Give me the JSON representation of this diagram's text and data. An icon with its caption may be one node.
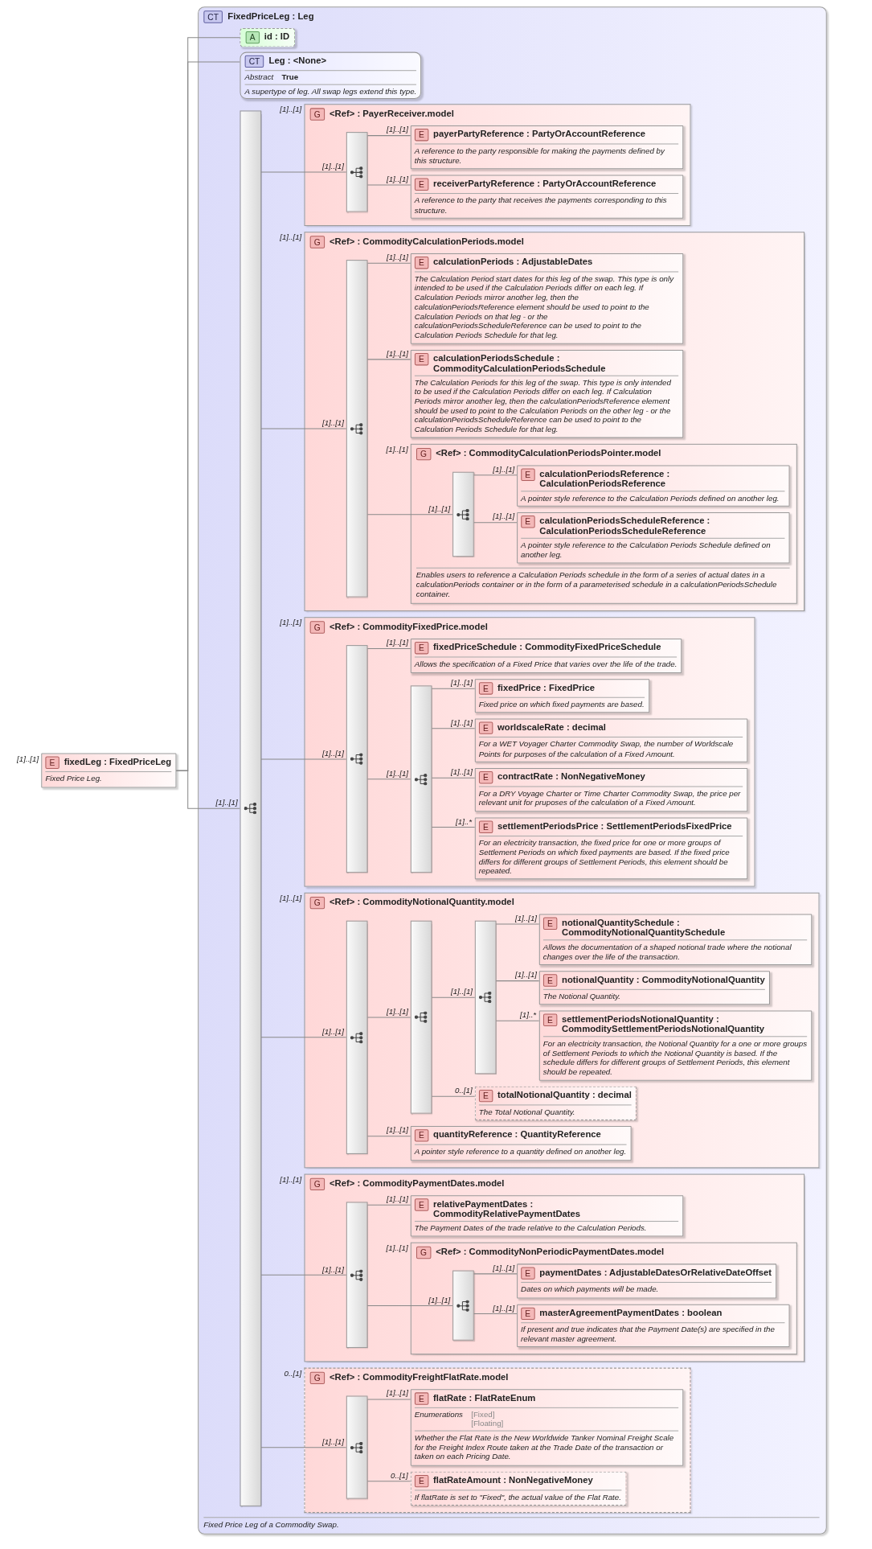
{
  "diagram": {
    "nodes": [
      {
        "text": [
          "E",
          "fixedLeg : FixedPriceLeg",
          "Fixed Price Leg."
        ],
        "beside": [
          "[1]..[1]"
        ]
      },
      {
        "text": [
          "CT",
          "FixedPriceLeg : Leg",
          "Fixed Price Leg of a Commodity Swap."
        ]
      },
      {
        "text": [
          "A",
          "id : ID"
        ],
        "in": 1
      },
      {
        "text": [
          "CT",
          "Leg : <None>",
          "Abstract",
          "True",
          "A supertype of leg. All swap legs extend this type."
        ],
        "in": 1
      },
      {
        "text": [],
        "shape": "bar",
        "in": 1
      },
      {
        "text": [
          "G",
          "<Ref> : PayerReceiver.model"
        ],
        "beside": [
          "[1]..[1]"
        ],
        "in": 1
      },
      {
        "text": [],
        "shape": "bar",
        "in": 5
      },
      {
        "text": [
          "E",
          "payerPartyReference : PartyOrAccountReference",
          "A reference to the party responsible for making the payments defined by this structure."
        ],
        "in": 5
      },
      {
        "text": [
          "E",
          "receiverPartyReference : PartyOrAccountReference",
          "A reference to the party that receives the payments corresponding to this structure."
        ],
        "in": 5
      },
      {
        "text": [
          "G",
          "<Ref> : CommodityCalculationPeriods.model"
        ],
        "beside": [
          "[1]..[1]"
        ],
        "in": 1
      },
      {
        "text": [],
        "shape": "bar",
        "in": 9
      },
      {
        "text": [
          "E",
          "calculationPeriods : AdjustableDates",
          "The Calculation Period start dates for this leg of the swap. This type is only intended to be used if the Calculation Periods differ on each leg. If Calculation Periods mirror another leg, then the calculationPeriodsReference element should be used to point to the Calculation Periods on that leg - or the calculationPeriodsScheduleReference can be used to point to the Calculation Periods Schedule for that leg."
        ],
        "in": 9
      },
      {
        "text": [
          "E",
          "calculationPeriodsSchedule : CommodityCalculationPeriodsSchedule",
          "The Calculation Periods for this leg of the swap. This type is only intended to be used if the Calculation Periods differ on each leg. If Calculation Periods mirror another leg, then the calculationPeriodsReference element should be used to point to the Calculation Periods on the other leg - or the calculationPeriodsScheduleReference can be used to point to the Calculation Periods Schedule for that leg."
        ],
        "in": 9
      },
      {
        "text": [
          "G",
          "<Ref> : CommodityCalculationPeriodsPointer.model",
          "Enables users to reference a Calculation Periods schedule in the form of a series of actual dates in a calculationPeriods container or in the form of a parameterised schedule in a calculationPeriodsSchedule container."
        ],
        "beside": [
          "[1]..[1]"
        ],
        "in": 9
      },
      {
        "text": [],
        "shape": "bar",
        "in": 13
      },
      {
        "text": [
          "E",
          "calculationPeriodsReference : CalculationPeriodsReference",
          "A pointer style reference to the Calculation Periods defined on another leg."
        ],
        "in": 13
      },
      {
        "text": [
          "E",
          "calculationPeriodsScheduleReference : CalculationPeriodsScheduleReference",
          "A pointer style reference to the Calculation Periods Schedule defined on another leg."
        ],
        "in": 13
      },
      {
        "text": [
          "G",
          "<Ref> : CommodityFixedPrice.model"
        ],
        "beside": [
          "[1]..[1]"
        ],
        "in": 1
      },
      {
        "text": [],
        "shape": "bar",
        "in": 17
      },
      {
        "text": [
          "E",
          "fixedPriceSchedule : CommodityFixedPriceSchedule",
          "Allows the specification of a Fixed Price that varies over the life of the trade."
        ],
        "in": 17
      },
      {
        "text": [],
        "shape": "bar",
        "in": 17
      },
      {
        "text": [
          "E",
          "fixedPrice : FixedPrice",
          "Fixed price on which fixed payments are based."
        ],
        "in": 17
      },
      {
        "text": [
          "E",
          "worldscaleRate : decimal",
          "For a WET Voyager Charter Commodity Swap, the number of Worldscale Points for purposes of the calculation of a Fixed Amount."
        ],
        "in": 17
      },
      {
        "text": [
          "E",
          "contractRate : NonNegativeMoney",
          "For a DRY Voyage Charter or Time Charter Commodity Swap, the price per relevant unit for pruposes of the calculation of a Fixed Amount."
        ],
        "in": 17
      },
      {
        "text": [
          "E",
          "settlementPeriodsPrice : SettlementPeriodsFixedPrice",
          "For an electricity transaction, the fixed price for one or more groups of Settlement Periods on which fixed payments are based. If the fixed price differs for different groups of Settlement Periods, this element should be repeated."
        ],
        "in": 17
      },
      {
        "text": [
          "G",
          "<Ref> : CommodityNotionalQuantity.model"
        ],
        "beside": [
          "[1]..[1]"
        ],
        "in": 1
      },
      {
        "text": [],
        "shape": "bar",
        "in": 25
      },
      {
        "text": [],
        "shape": "bar",
        "in": 25
      },
      {
        "text": [],
        "shape": "bar",
        "in": 25
      },
      {
        "text": [
          "E",
          "notionalQuantitySchedule : CommodityNotionalQuantitySchedule",
          "Allows the documentation of a shaped notional trade where the notional changes over the life of the transaction."
        ],
        "in": 25
      },
      {
        "text": [
          "E",
          "notionalQuantity : CommodityNotionalQuantity",
          "The Notional Quantity."
        ],
        "in": 25
      },
      {
        "text": [
          "E",
          "settlementPeriodsNotionalQuantity : CommoditySettlementPeriodsNotionalQuantity",
          "For an electricity transaction, the Notional Quantity for a one or more groups of Settlement Periods to which the Notional Quantity is based. If the schedule differs for different groups of Settlement Periods, this element should be repeated."
        ],
        "in": 25
      },
      {
        "text": [
          "E",
          "totalNotionalQuantity : decimal",
          "The Total Notional Quantity."
        ],
        "in": 25
      },
      {
        "text": [
          "E",
          "quantityReference : QuantityReference",
          "A pointer style reference to a quantity defined on another leg."
        ],
        "in": 25
      },
      {
        "text": [
          "G",
          "<Ref> : CommodityPaymentDates.model"
        ],
        "beside": [
          "[1]..[1]"
        ],
        "in": 1
      },
      {
        "text": [],
        "shape": "bar",
        "in": 34
      },
      {
        "text": [
          "E",
          "relativePaymentDates : CommodityRelativePaymentDates",
          "The Payment Dates of the trade relative to the Calculation Periods."
        ],
        "in": 34
      },
      {
        "text": [
          "G",
          "<Ref> : CommodityNonPeriodicPaymentDates.model"
        ],
        "beside": [
          "[1]..[1]"
        ],
        "in": 34
      },
      {
        "text": [],
        "shape": "bar",
        "in": 37
      },
      {
        "text": [
          "E",
          "paymentDates : AdjustableDatesOrRelativeDateOffset",
          "Dates on which payments will be made."
        ],
        "in": 37
      },
      {
        "text": [
          "E",
          "masterAgreementPaymentDates : boolean",
          "If present and true indicates that the Payment Date(s) are specified in the relevant master agreement."
        ],
        "in": 37
      },
      {
        "text": [
          "G",
          "<Ref> : CommodityFreightFlatRate.model"
        ],
        "beside": [
          "0..[1]"
        ],
        "in": 1
      },
      {
        "text": [],
        "shape": "bar",
        "in": 41
      },
      {
        "text": [
          "E",
          "flatRate : FlatRateEnum",
          "Enumerations",
          "[Fixed]",
          "[Floating]",
          "Whether the Flat Rate is the New Worldwide Tanker Nominal Freight Scale for the Freight Index Route taken at the Trade Date of the transaction or taken on each Pricing Date."
        ],
        "in": 41
      },
      {
        "text": [
          "E",
          "flatRateAmount : NonNegativeMoney",
          "If flatRate is set to \"Fixed\", the actual value of the Flat Rate."
        ],
        "in": 41
      }
    ],
    "edges": [
      {
        "from": 0,
        "to": 2,
        "arrow": "none"
      },
      {
        "from": 0,
        "to": 3,
        "arrow": "none"
      },
      {
        "from": 0,
        "to": 4,
        "arrow": "none",
        "label": "[1]..[1]"
      },
      {
        "from": 4,
        "to": 6,
        "arrow": "none",
        "label": "[1]..[1]"
      },
      {
        "from": 6,
        "to": 7,
        "arrow": "none",
        "label": "[1]..[1]"
      },
      {
        "from": 6,
        "to": 8,
        "arrow": "none",
        "label": "[1]..[1]"
      },
      {
        "from": 4,
        "to": 10,
        "arrow": "none",
        "label": "[1]..[1]"
      },
      {
        "from": 10,
        "to": 11,
        "arrow": "none",
        "label": "[1]..[1]"
      },
      {
        "from": 10,
        "to": 12,
        "arrow": "none",
        "label": "[1]..[1]"
      },
      {
        "from": 10,
        "to": 14,
        "arrow": "none",
        "label": "[1]..[1]"
      },
      {
        "from": 14,
        "to": 15,
        "arrow": "none",
        "label": "[1]..[1]"
      },
      {
        "from": 14,
        "to": 16,
        "arrow": "none",
        "label": "[1]..[1]"
      },
      {
        "from": 4,
        "to": 18,
        "arrow": "none",
        "label": "[1]..[1]"
      },
      {
        "from": 18,
        "to": 19,
        "arrow": "none",
        "label": "[1]..[1]"
      },
      {
        "from": 18,
        "to": 20,
        "arrow": "none",
        "label": "[1]..[1]"
      },
      {
        "from": 20,
        "to": 21,
        "arrow": "none",
        "label": "[1]..[1]"
      },
      {
        "from": 20,
        "to": 22,
        "arrow": "none",
        "label": "[1]..[1]"
      },
      {
        "from": 20,
        "to": 23,
        "arrow": "none",
        "label": "[1]..[1]"
      },
      {
        "from": 20,
        "to": 24,
        "arrow": "none",
        "label": "[1]..*"
      },
      {
        "from": 4,
        "to": 26,
        "arrow": "none",
        "label": "[1]..[1]"
      },
      {
        "from": 26,
        "to": 27,
        "arrow": "none",
        "label": "[1]..[1]"
      },
      {
        "from": 27,
        "to": 28,
        "arrow": "none",
        "label": "[1]..[1]"
      },
      {
        "from": 28,
        "to": 29,
        "arrow": "none",
        "label": "[1]..[1]"
      },
      {
        "from": 28,
        "to": 30,
        "arrow": "none",
        "label": "[1]..[1]"
      },
      {
        "from": 28,
        "to": 31,
        "arrow": "none",
        "label": "[1]..*"
      },
      {
        "from": 27,
        "to": 32,
        "arrow": "none",
        "label": "0..[1]"
      },
      {
        "from": 26,
        "to": 33,
        "arrow": "none",
        "label": "[1]..[1]"
      },
      {
        "from": 4,
        "to": 35,
        "arrow": "none",
        "label": "[1]..[1]"
      },
      {
        "from": 35,
        "to": 36,
        "arrow": "none",
        "label": "[1]..[1]"
      },
      {
        "from": 35,
        "to": 38,
        "arrow": "none",
        "label": "[1]..[1]"
      },
      {
        "from": 38,
        "to": 39,
        "arrow": "none",
        "label": "[1]..[1]"
      },
      {
        "from": 38,
        "to": 40,
        "arrow": "none",
        "label": "[1]..[1]"
      },
      {
        "from": 4,
        "to": 42,
        "arrow": "none",
        "label": "[1]..[1]"
      },
      {
        "from": 42,
        "to": 43,
        "arrow": "none",
        "label": "[1]..[1]"
      },
      {
        "from": 42,
        "to": 44,
        "arrow": "none",
        "label": "0..[1]"
      }
    ]
  }
}
